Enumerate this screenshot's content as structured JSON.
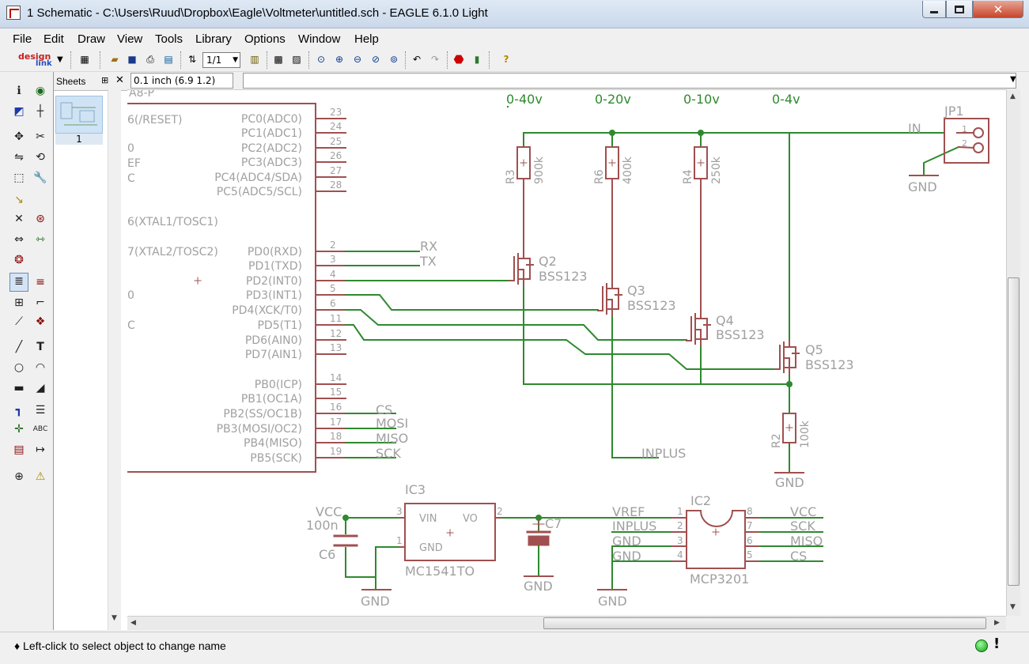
{
  "window": {
    "title": "1 Schematic - C:\\Users\\Ruud\\Dropbox\\Eagle\\Voltmeter\\untitled.sch - EAGLE 6.1.0 Light",
    "controls": {
      "close": "✕"
    }
  },
  "menu": [
    "File",
    "Edit",
    "Draw",
    "View",
    "Tools",
    "Library",
    "Options",
    "Window",
    "Help"
  ],
  "toolbar": {
    "logo": {
      "line1": "design",
      "line2": "link"
    },
    "sheet_select": "1/1"
  },
  "sheets_panel": {
    "title": "Sheets",
    "pin": "⊞",
    "close": "✕",
    "sheet_label": "1"
  },
  "coordinates": "0.1 inch (6.9 1.2)",
  "schematic": {
    "mcu_partial_label": "A8-P",
    "left_edge_fragments": [
      "6(/RESET)",
      "0",
      "EF",
      "C",
      "6(XTAL1/TOSC1)",
      "7(XTAL2/TOSC2)",
      "0",
      "C"
    ],
    "pins_right": [
      {
        "name": "PC0(ADC0)",
        "num": "23"
      },
      {
        "name": "PC1(ADC1)",
        "num": "24"
      },
      {
        "name": "PC2(ADC2)",
        "num": "25"
      },
      {
        "name": "PC3(ADC3)",
        "num": "26"
      },
      {
        "name": "PC4(ADC4/SDA)",
        "num": "27"
      },
      {
        "name": "PC5(ADC5/SCL)",
        "num": "28"
      },
      {
        "name": "PD0(RXD)",
        "num": "2"
      },
      {
        "name": "PD1(TXD)",
        "num": "3"
      },
      {
        "name": "PD2(INT0)",
        "num": "4"
      },
      {
        "name": "PD3(INT1)",
        "num": "5"
      },
      {
        "name": "PD4(XCK/T0)",
        "num": "6"
      },
      {
        "name": "PD5(T1)",
        "num": "11"
      },
      {
        "name": "PD6(AIN0)",
        "num": "12"
      },
      {
        "name": "PD7(AIN1)",
        "num": "13"
      },
      {
        "name": "PB0(ICP)",
        "num": "14"
      },
      {
        "name": "PB1(OC1A)",
        "num": "15"
      },
      {
        "name": "PB2(SS/OC1B)",
        "num": "16"
      },
      {
        "name": "PB3(MOSI/OC2)",
        "num": "17"
      },
      {
        "name": "PB4(MISO)",
        "num": "18"
      },
      {
        "name": "PB5(SCK)",
        "num": "19"
      }
    ],
    "net_labels_mcu": [
      "RX",
      "TX",
      "CS",
      "MOSI",
      "MISO",
      "SCK"
    ],
    "ranges": [
      "0-40v",
      "0-20v",
      "0-10v",
      "0-4v"
    ],
    "resistors": [
      {
        "ref": "R3",
        "value": "900k"
      },
      {
        "ref": "R6",
        "value": "400k"
      },
      {
        "ref": "R4",
        "value": "250k"
      },
      {
        "ref": "R2",
        "value": "100k"
      }
    ],
    "transistors": [
      {
        "ref": "Q2",
        "value": "BSS123"
      },
      {
        "ref": "Q3",
        "value": "BSS123"
      },
      {
        "ref": "Q4",
        "value": "BSS123"
      },
      {
        "ref": "Q5",
        "value": "BSS123"
      }
    ],
    "connector": {
      "ref": "JP1",
      "pins": [
        "1",
        "2"
      ],
      "net": "IN"
    },
    "net_labels": {
      "gnd": "GND",
      "inplus": "INPLUS",
      "vcc": "VCC",
      "vref": "VREF"
    },
    "regulator": {
      "ref": "IC3",
      "value": "MC1541TO",
      "pins": {
        "vin": "VIN",
        "vo": "VO",
        "gnd": "GND",
        "vin_num": "3",
        "vo_num": "2",
        "gnd_num": "1"
      }
    },
    "caps": [
      {
        "ref": "C6",
        "value": "100n"
      },
      {
        "ref": "C7",
        "value": ""
      }
    ],
    "adc": {
      "ref": "IC2",
      "value": "MCP3201",
      "left_pins": [
        "1",
        "2",
        "3",
        "4"
      ],
      "right_pins": [
        "8",
        "7",
        "6",
        "5"
      ],
      "left_nets": [
        "VREF",
        "INPLUS",
        "GND",
        "GND"
      ],
      "right_nets": [
        "VCC",
        "SCK",
        "MISO",
        "CS"
      ]
    }
  },
  "status": {
    "text": "♦ Left-click to select object to change name",
    "excl": "!"
  }
}
